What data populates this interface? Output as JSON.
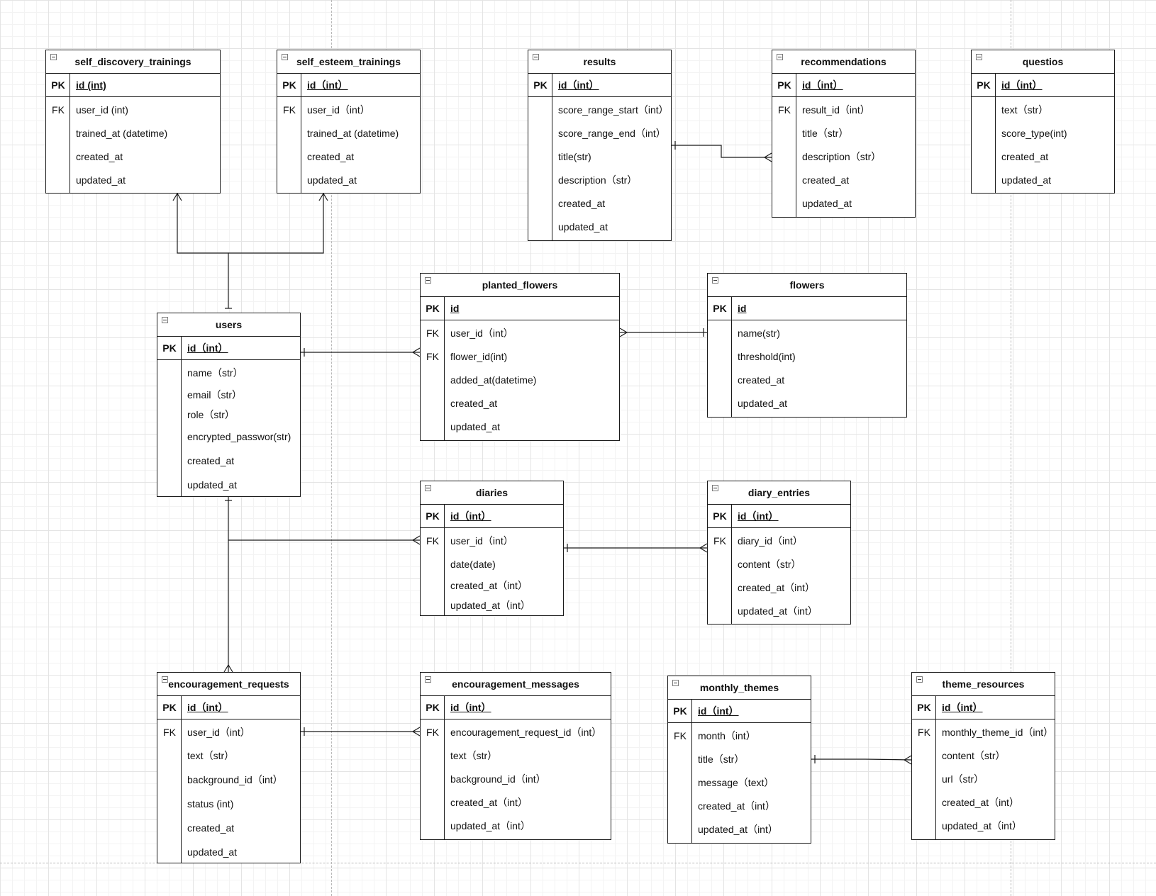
{
  "diagram": {
    "type": "entity-relationship",
    "tables": [
      {
        "id": "self_discovery_trainings",
        "title": "self_discovery_trainings",
        "pk": {
          "key": "PK",
          "name": "id (int)"
        },
        "fields": [
          {
            "key": "FK",
            "name": "user_id (int)"
          },
          {
            "key": "",
            "name": "trained_at (datetime)"
          },
          {
            "key": "",
            "name": "created_at"
          },
          {
            "key": "",
            "name": "updated_at"
          }
        ]
      },
      {
        "id": "self_esteem_trainings",
        "title": "self_esteem_trainings",
        "pk": {
          "key": "PK",
          "name": "id（int）"
        },
        "fields": [
          {
            "key": "FK",
            "name": "user_id（int）"
          },
          {
            "key": "",
            "name": "trained_at (datetime)"
          },
          {
            "key": "",
            "name": "created_at"
          },
          {
            "key": "",
            "name": "updated_at"
          }
        ]
      },
      {
        "id": "results",
        "title": "results",
        "pk": {
          "key": "PK",
          "name": "id（int）"
        },
        "fields": [
          {
            "key": "",
            "name": "score_range_start（int）"
          },
          {
            "key": "",
            "name": "score_range_end（int）"
          },
          {
            "key": "",
            "name": "title(str)"
          },
          {
            "key": "",
            "name": "description（str）"
          },
          {
            "key": "",
            "name": "created_at"
          },
          {
            "key": "",
            "name": "updated_at"
          }
        ]
      },
      {
        "id": "recommendations",
        "title": "recommendations",
        "pk": {
          "key": "PK",
          "name": "id（int）"
        },
        "fields": [
          {
            "key": "FK",
            "name": "result_id（int）"
          },
          {
            "key": "",
            "name": "title（str）"
          },
          {
            "key": "",
            "name": "description（str）"
          },
          {
            "key": "",
            "name": "created_at"
          },
          {
            "key": "",
            "name": "updated_at"
          }
        ]
      },
      {
        "id": "questios",
        "title": "questios",
        "pk": {
          "key": "PK",
          "name": "id（int）"
        },
        "fields": [
          {
            "key": "",
            "name": "text（str）"
          },
          {
            "key": "",
            "name": "score_type(int)"
          },
          {
            "key": "",
            "name": "created_at"
          },
          {
            "key": "",
            "name": "updated_at"
          }
        ]
      },
      {
        "id": "planted_flowers",
        "title": "planted_flowers",
        "pk": {
          "key": "PK",
          "name": "id"
        },
        "fields": [
          {
            "key": "FK",
            "name": "user_id（int）"
          },
          {
            "key": "FK",
            "name": "flower_id(int)"
          },
          {
            "key": "",
            "name": "added_at(datetime)"
          },
          {
            "key": "",
            "name": "created_at"
          },
          {
            "key": "",
            "name": "updated_at"
          }
        ]
      },
      {
        "id": "flowers",
        "title": "flowers",
        "pk": {
          "key": "PK",
          "name": "id"
        },
        "fields": [
          {
            "key": "",
            "name": "name(str)"
          },
          {
            "key": "",
            "name": "threshold(int)"
          },
          {
            "key": "",
            "name": "created_at"
          },
          {
            "key": "",
            "name": "updated_at"
          }
        ]
      },
      {
        "id": "users",
        "title": "users",
        "pk": {
          "key": "PK",
          "name": "id（int）"
        },
        "fields": [
          {
            "key": "",
            "name": "name（str）"
          },
          {
            "key": "",
            "name": "email（str）"
          },
          {
            "key": "",
            "name": "role（str）"
          },
          {
            "key": "",
            "name": "encrypted_passwor(str)"
          },
          {
            "key": "",
            "name": "created_at"
          },
          {
            "key": "",
            "name": "updated_at"
          }
        ]
      },
      {
        "id": "diaries",
        "title": "diaries",
        "pk": {
          "key": "PK",
          "name": "id（int）"
        },
        "fields": [
          {
            "key": "FK",
            "name": "user_id（int）"
          },
          {
            "key": "",
            "name": "date(date)"
          },
          {
            "key": "",
            "name": "created_at（int）"
          },
          {
            "key": "",
            "name": "updated_at（int）"
          }
        ]
      },
      {
        "id": "diary_entries",
        "title": "diary_entries",
        "pk": {
          "key": "PK",
          "name": "id（int）"
        },
        "fields": [
          {
            "key": "FK",
            "name": "diary_id（int）"
          },
          {
            "key": "",
            "name": "content（str）"
          },
          {
            "key": "",
            "name": "created_at（int）"
          },
          {
            "key": "",
            "name": "updated_at（int）"
          }
        ]
      },
      {
        "id": "encouragement_requests",
        "title": "encouragement_requests",
        "pk": {
          "key": "PK",
          "name": "id（int）"
        },
        "fields": [
          {
            "key": "FK",
            "name": "user_id（int）"
          },
          {
            "key": "",
            "name": "text（str）"
          },
          {
            "key": "",
            "name": "background_id（int）"
          },
          {
            "key": "",
            "name": "status (int)"
          },
          {
            "key": "",
            "name": "created_at"
          },
          {
            "key": "",
            "name": "updated_at"
          }
        ]
      },
      {
        "id": "encouragement_messages",
        "title": "encouragement_messages",
        "pk": {
          "key": "PK",
          "name": "id（int）"
        },
        "fields": [
          {
            "key": "FK",
            "name": "encouragement_request_id（int）"
          },
          {
            "key": "",
            "name": "text（str）"
          },
          {
            "key": "",
            "name": "background_id（int）"
          },
          {
            "key": "",
            "name": "created_at（int）"
          },
          {
            "key": "",
            "name": "updated_at（int）"
          }
        ]
      },
      {
        "id": "monthly_themes",
        "title": "monthly_themes",
        "pk": {
          "key": "PK",
          "name": "id（int）"
        },
        "fields": [
          {
            "key": "FK",
            "name": "month（int）"
          },
          {
            "key": "",
            "name": "title（str）"
          },
          {
            "key": "",
            "name": "message（text）"
          },
          {
            "key": "",
            "name": "created_at（int）"
          },
          {
            "key": "",
            "name": "updated_at（int）"
          }
        ]
      },
      {
        "id": "theme_resources",
        "title": "theme_resources",
        "pk": {
          "key": "PK",
          "name": "id（int）"
        },
        "fields": [
          {
            "key": "FK",
            "name": "monthly_theme_id（int）"
          },
          {
            "key": "",
            "name": "content（str）"
          },
          {
            "key": "",
            "name": "url（str）"
          },
          {
            "key": "",
            "name": "created_at（int）"
          },
          {
            "key": "",
            "name": "updated_at（int）"
          }
        ]
      }
    ],
    "relationships": [
      {
        "from": "users",
        "to": "self_discovery_trainings",
        "from_end": "one",
        "to_end": "many"
      },
      {
        "from": "users",
        "to": "self_esteem_trainings",
        "from_end": "one",
        "to_end": "many"
      },
      {
        "from": "results",
        "to": "recommendations",
        "from_end": "one",
        "to_end": "many"
      },
      {
        "from": "users",
        "to": "planted_flowers",
        "from_end": "one",
        "to_end": "many"
      },
      {
        "from": "flowers",
        "to": "planted_flowers",
        "from_end": "one",
        "to_end": "many"
      },
      {
        "from": "users",
        "to": "diaries",
        "from_end": "one",
        "to_end": "many"
      },
      {
        "from": "users",
        "to": "encouragement_requests",
        "from_end": "one",
        "to_end": "many"
      },
      {
        "from": "diaries",
        "to": "diary_entries",
        "from_end": "one",
        "to_end": "many"
      },
      {
        "from": "encouragement_requests",
        "to": "encouragement_messages",
        "from_end": "one",
        "to_end": "many"
      },
      {
        "from": "monthly_themes",
        "to": "theme_resources",
        "from_end": "one",
        "to_end": "many"
      }
    ],
    "colors": {
      "line": "#1a1a1a",
      "grid": "#e4e4e4",
      "background": "#ffffff"
    }
  }
}
